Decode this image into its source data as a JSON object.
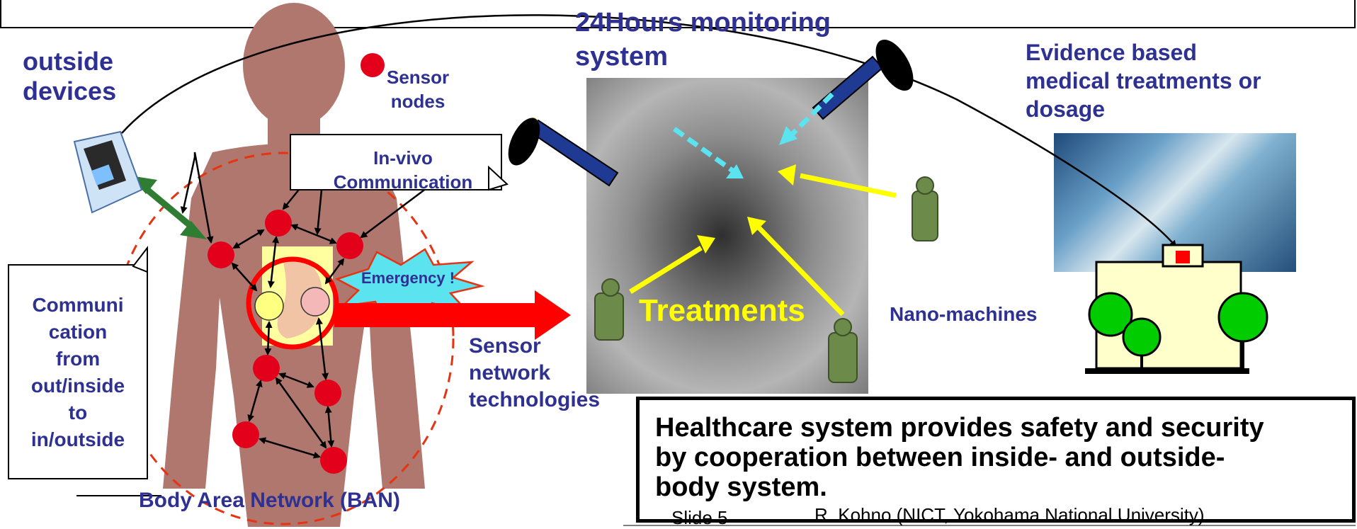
{
  "labels": {
    "outside_devices": [
      "outside",
      "devices"
    ],
    "sensor_nodes": [
      "Sensor",
      "nodes"
    ],
    "monitoring": [
      "24Hours monitoring",
      "system"
    ],
    "evidence": [
      "Evidence based",
      "medical treatments or",
      "dosage"
    ],
    "in_vivo": [
      "In-vivo",
      "Communication"
    ],
    "emergency": "Emergency !",
    "communication": [
      "Communi",
      "cation",
      "from",
      "out/inside",
      "to",
      "in/outside"
    ],
    "sensor_network": [
      "Sensor",
      "network",
      "technologies"
    ],
    "treatments": "Treatments",
    "nano_machines": "Nano-machines",
    "ban": "Body Area Network (BAN)",
    "summary": [
      "Healthcare system provides safety and security",
      "by cooperation between inside- and outside-",
      "body system."
    ],
    "slide": "Slide 5",
    "author": "R. Kohno (NICT, Yokohama National University)"
  },
  "colors": {
    "body": "#b0776e",
    "node": "#e3001b",
    "label": "#2e3192",
    "arrow_red": "#ff0000",
    "arrow_yellow": "#ffff00",
    "arrow_green": "#2e7d32",
    "arrow_cyan": "#5ce3f0",
    "emergency_fill": "#5ce3f0",
    "hospital_wall": "#ffffcc",
    "tree": "#00cc00"
  },
  "icons": [
    "phone-icon",
    "telescope-icon",
    "soldier-icon",
    "hospital-icon",
    "smiley-icon"
  ]
}
